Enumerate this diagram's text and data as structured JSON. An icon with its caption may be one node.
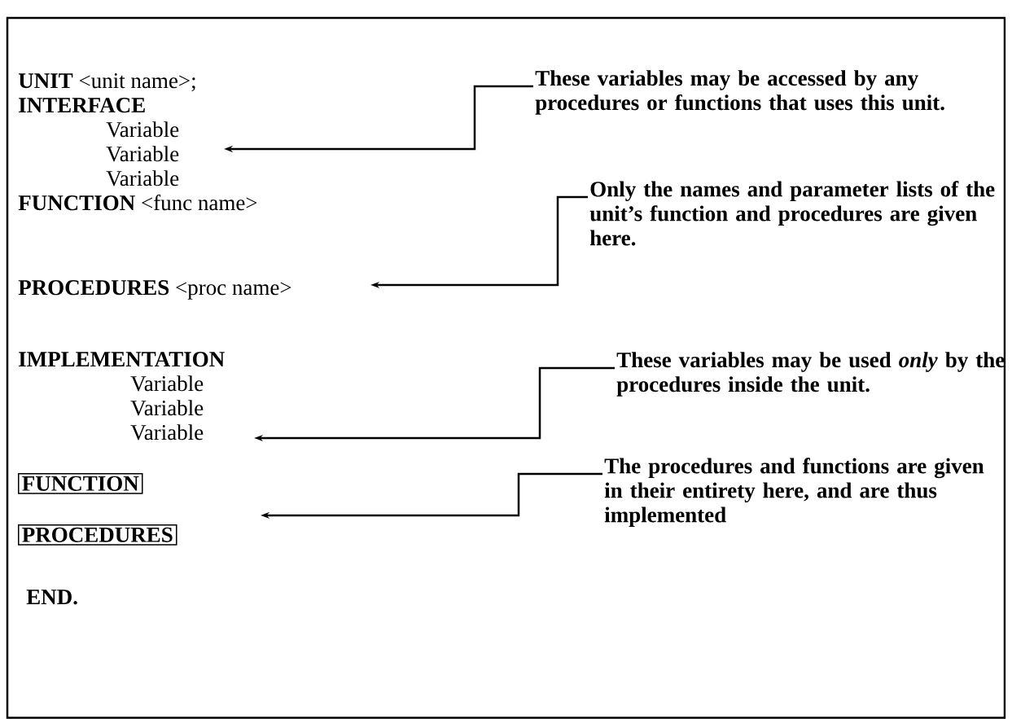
{
  "diagram": {
    "nodes": [
      {
        "text": [
          "These variables may be accessed by any procedures or functions that uses this unit."
        ]
      },
      {
        "text": [
          "Only the names and parameter lists of the unit’s function and procedures are given here."
        ]
      },
      {
        "text": [
          "These variables may be used *only* by the procedures inside the unit."
        ]
      },
      {
        "text": [
          "FUNCTION"
        ]
      },
      {
        "text": [
          "The procedures and functions are given in their entirety here, and are thus implemented"
        ]
      },
      {
        "text": [
          "PROCEDURES"
        ]
      }
    ],
    "edges": [
      {
        "from": 0,
        "to": null,
        "arrow": "to"
      },
      {
        "from": 1,
        "to": null,
        "arrow": "to"
      },
      {
        "from": 2,
        "to": null,
        "arrow": "to"
      },
      {
        "from": 4,
        "to": null,
        "arrow": "to"
      }
    ],
    "labels": [
      "**UNIT** <unit name>;",
      "INTERFACE",
      "Variable",
      "Variable",
      "Variable",
      "**FUNCTION** <func name>",
      "**PROCEDURES** <proc name>",
      "IMPLEMENTATION",
      "Variable",
      "Variable",
      "Variable",
      "END."
    ]
  }
}
